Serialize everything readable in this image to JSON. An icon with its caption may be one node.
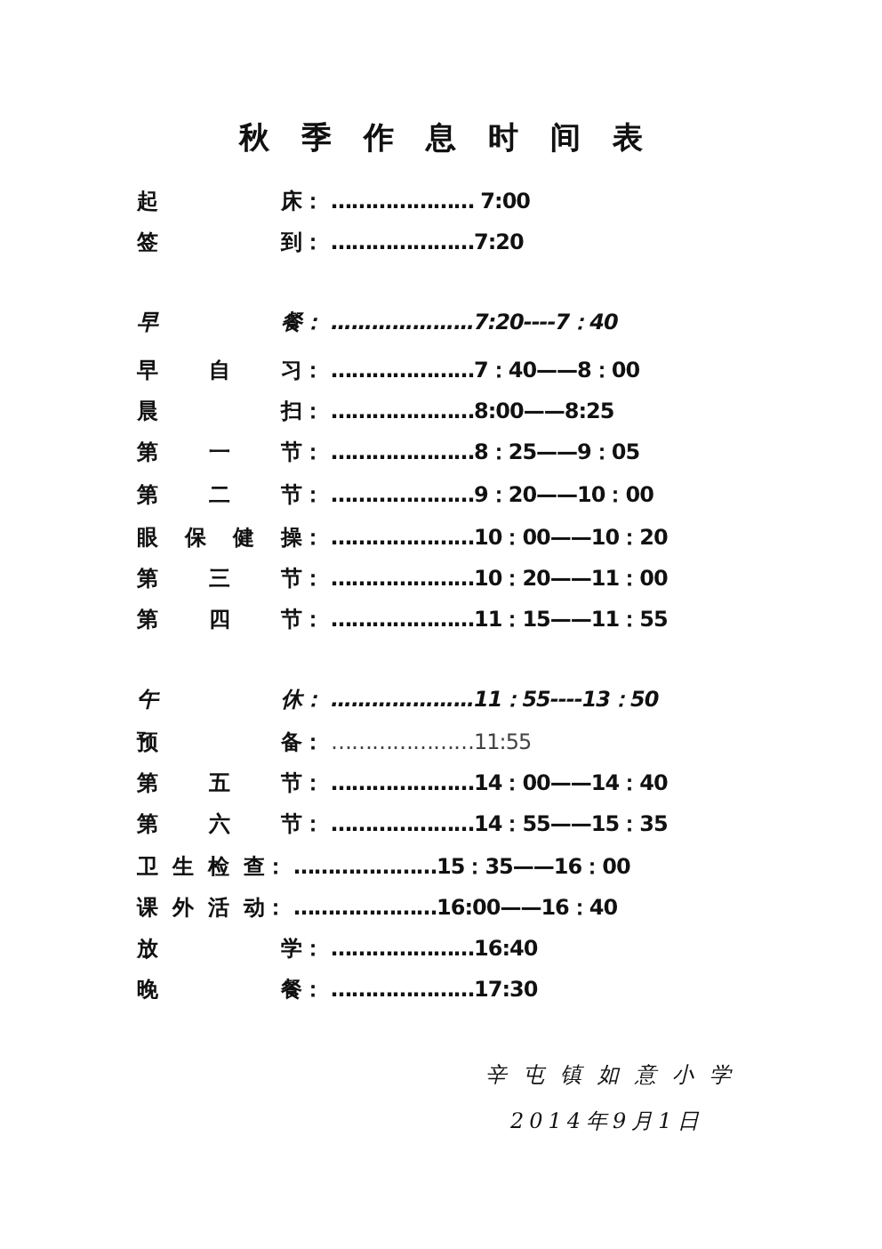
{
  "diagram": {
    "title": "秋季作息时间表",
    "labels": [
      "起床：",
      "………………… 7:00",
      "签到：",
      "…………………7:20",
      "早餐：",
      "…………………7:20----7：40",
      "早自习：",
      "…………………7：40——8：00",
      "晨扫：",
      "…………………8:00——8:25",
      "第一节：",
      "…………………8：25——9：05",
      "第二节：",
      "…………………9：20——10：00",
      "眼保健操：",
      "…………………10：00——10：20",
      "第三节：",
      "…………………10：20——11：00",
      "第四节：",
      "…………………11：15——11：55",
      "午休：",
      "…………………11：55----13：50",
      "预备：",
      "…………………11:55",
      "第五节：",
      "…………………14：00——14：40",
      "第六节：",
      "…………………14：55——15：35",
      "卫生检查：",
      "…………………15：35——16：00",
      "课外活动：",
      "…………………16:00——16：40",
      "放学：",
      "…………………16:40",
      "晚餐：",
      "…………………17:30",
      "辛屯镇如意小学",
      "2014年9月1日"
    ]
  }
}
